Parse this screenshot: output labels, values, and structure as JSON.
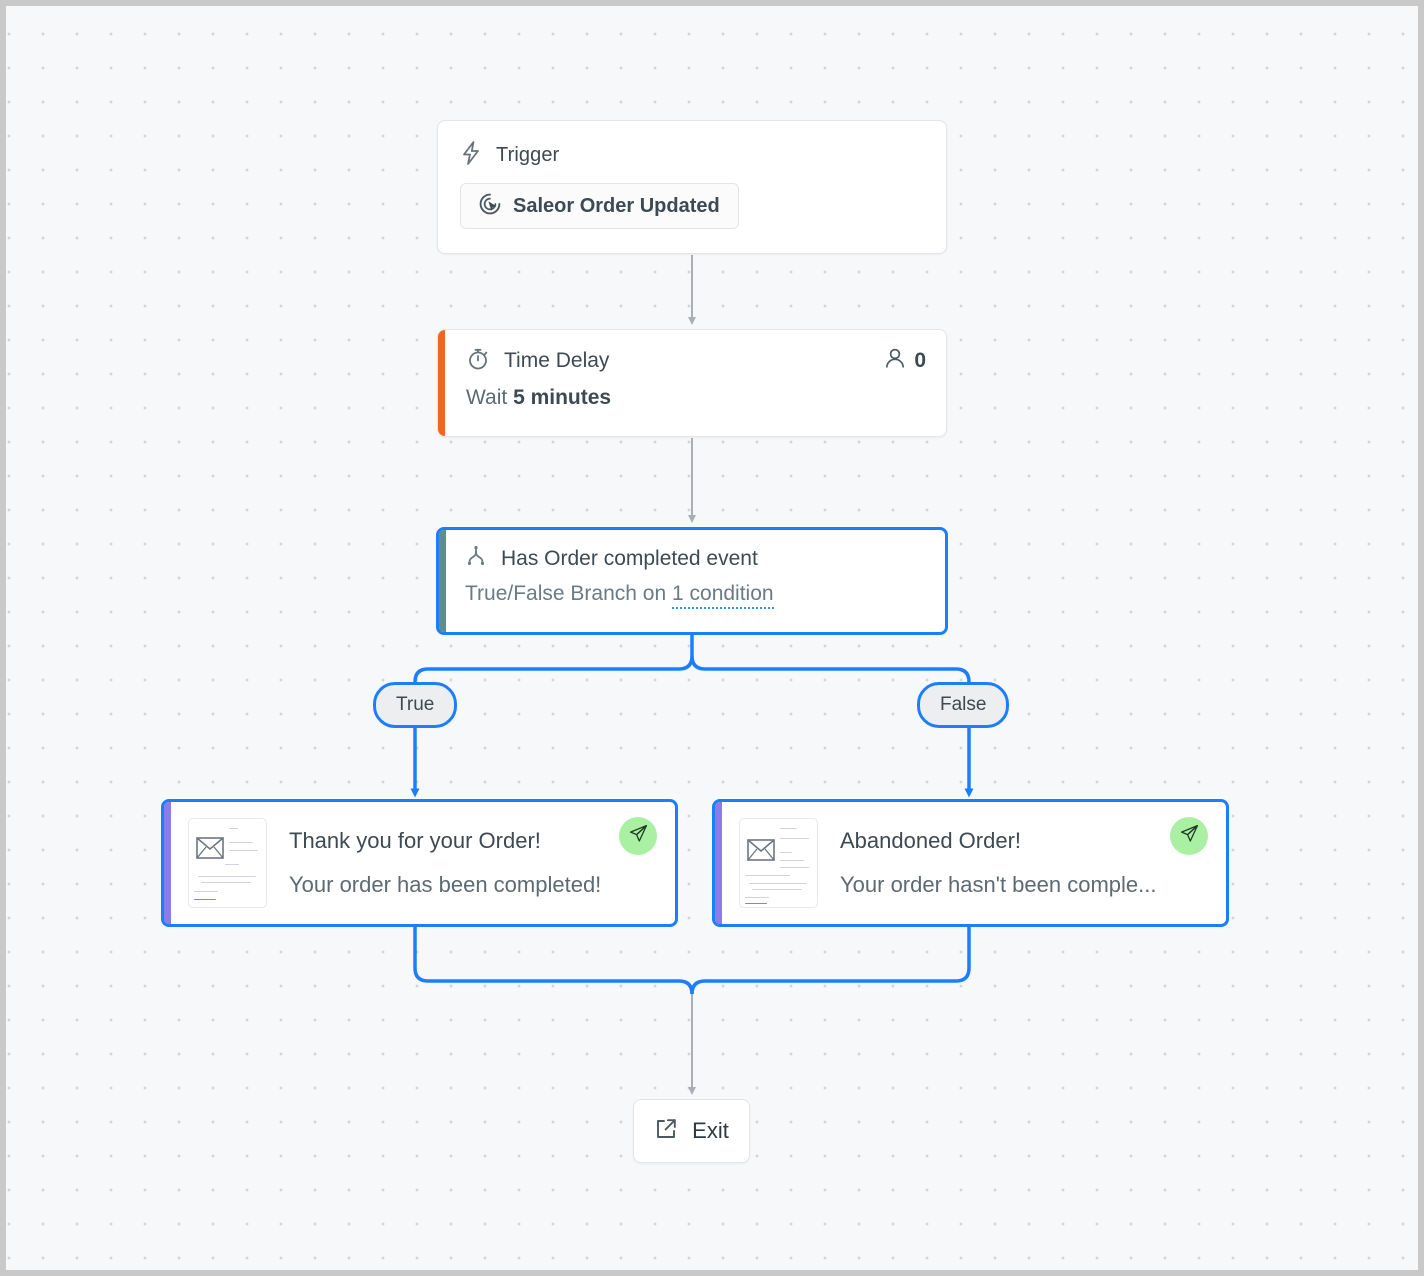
{
  "canvas": {
    "background_color": "#f7f8f9",
    "dot_color": "#d4d6d9"
  },
  "colors": {
    "selection_blue": "#1d7efd",
    "edge_gray": "#a8b0b6",
    "delay_accent": "#f26522",
    "condition_accent": "#5f8e8b",
    "email_accent": "#8b7ce8",
    "send_badge_green": "#aaf0a2"
  },
  "nodes": {
    "trigger": {
      "icon": "lightning-bolt-icon",
      "label": "Trigger",
      "chip_icon": "saleor-cursor-icon",
      "chip_label": "Saleor Order Updated"
    },
    "time_delay": {
      "icon": "stopwatch-icon",
      "title": "Time Delay",
      "count_icon": "person-icon",
      "count": "0",
      "wait_prefix": "Wait ",
      "wait_value": "5 minutes"
    },
    "condition": {
      "icon": "branch-split-icon",
      "title": "Has Order completed event",
      "subtitle_prefix": "True/False Branch on ",
      "subtitle_link": "1 condition"
    },
    "branch_labels": {
      "true": "True",
      "false": "False"
    },
    "email_true": {
      "thumbnail_icon": "envelope-icon",
      "subject": "Thank you for your Order!",
      "preview": "Your order has been completed!",
      "badge_icon": "send-paper-plane-icon"
    },
    "email_false": {
      "thumbnail_icon": "envelope-icon",
      "subject": "Abandoned Order!",
      "preview": "Your order hasn't been comple...",
      "badge_icon": "send-paper-plane-icon"
    },
    "exit": {
      "icon": "external-link-icon",
      "label": "Exit"
    }
  }
}
